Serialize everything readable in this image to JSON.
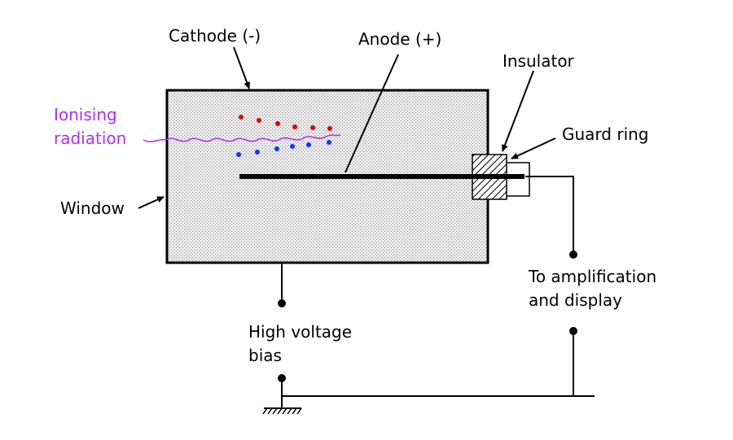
{
  "labels": {
    "cathode": "Cathode (-)",
    "anode": "Anode (+)",
    "insulator": "Insulator",
    "guard_ring": "Guard ring",
    "ionising_radiation": "Ionising\nradiation",
    "window": "Window",
    "amplification": "To amplification\nand display",
    "high_voltage": "High voltage\nbias"
  },
  "colors": {
    "line": "#000000",
    "chamber_fill": "#e6e6e6",
    "radiation": "#b030e8",
    "positive_ion": "#e00000",
    "electron": "#1030ff"
  }
}
